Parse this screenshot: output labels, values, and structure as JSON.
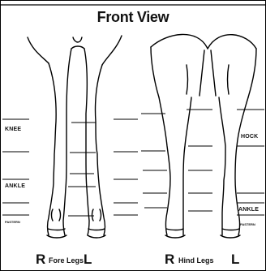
{
  "title": "Front View",
  "labels": {
    "knee": "KNEE",
    "ankle_left": "ANKLE",
    "pastern_left": "PASTERN",
    "hock": "HOCK",
    "ankle_right": "ANKLE",
    "pastern_right": "PASTERN"
  },
  "captions": {
    "fore_r": "R",
    "fore": "Fore Legs",
    "fore_l": "L",
    "hind_r": "R",
    "hind": "Hind Legs",
    "hind_l": "L"
  }
}
